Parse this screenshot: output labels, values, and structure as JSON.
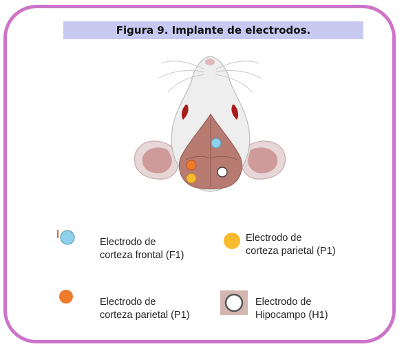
{
  "title": "Figura 9. Implante de electrodos.",
  "colors": {
    "frame": "#cc74c9",
    "title_bg": "#c7c9f1",
    "frontal": "#8fd0ea",
    "parietal_yellow": "#f7bc2e",
    "parietal_orange": "#ee7b2c",
    "hippocampus": "#ffffff"
  },
  "legend": [
    {
      "icon": "light-blue-circle",
      "label": "Electrodo de\ncorteza frontal (F1)"
    },
    {
      "icon": "yellow-circle",
      "label": "Electrodo de\ncorteza parietal (P1)"
    },
    {
      "icon": "orange-circle",
      "label": "Electrodo de\ncorteza parietal (P1)"
    },
    {
      "icon": "white-circle",
      "label": "Electrodo de\nHipocampo (H1)"
    }
  ]
}
